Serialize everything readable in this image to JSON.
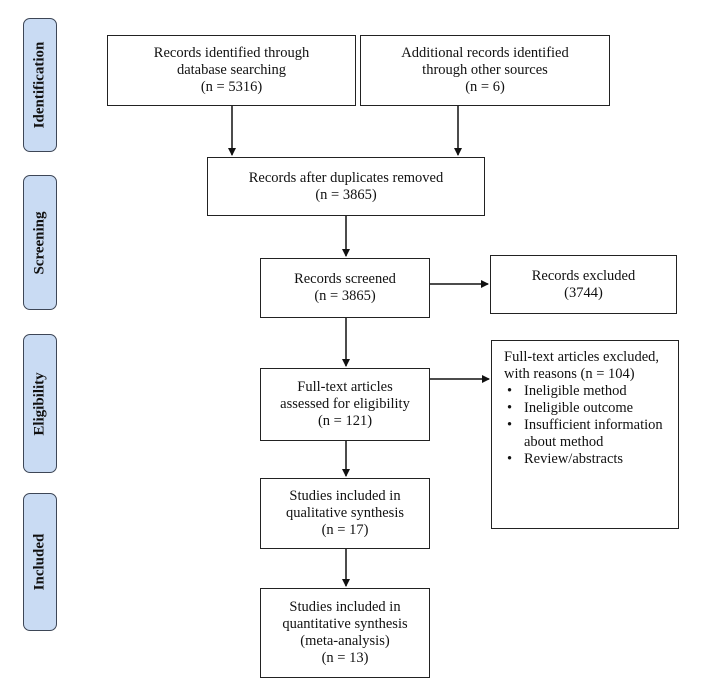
{
  "phases": {
    "identification": "Identification",
    "screening": "Screening",
    "eligibility": "Eligibility",
    "included": "Included"
  },
  "boxes": {
    "database_search": {
      "lines": [
        "Records identified through",
        "database searching",
        "(n = 5316)"
      ]
    },
    "other_sources": {
      "lines": [
        "Additional records identified",
        "through other sources",
        "(n = 6)"
      ]
    },
    "after_duplicates": {
      "lines": [
        "Records after duplicates removed",
        "(n = 3865)"
      ]
    },
    "screened": {
      "lines": [
        "Records screened",
        "(n = 3865)"
      ]
    },
    "excluded": {
      "lines": [
        "Records excluded",
        "(3744)"
      ]
    },
    "fulltext_assessed": {
      "lines": [
        "Full-text articles",
        "assessed for eligibility",
        "(n = 121)"
      ]
    },
    "fulltext_excluded": {
      "lines": [
        "Full-text articles excluded,",
        "with reasons (n = 104)"
      ],
      "reasons": [
        "Ineligible method",
        "Ineligible outcome",
        "Insufficient information about method",
        "Review/abstracts"
      ]
    },
    "qualitative": {
      "lines": [
        "Studies included in",
        "qualitative synthesis",
        "(n = 17)"
      ]
    },
    "quantitative": {
      "lines": [
        "Studies included in",
        "quantitative synthesis",
        "(meta-analysis)",
        "(n = 13)"
      ]
    }
  }
}
